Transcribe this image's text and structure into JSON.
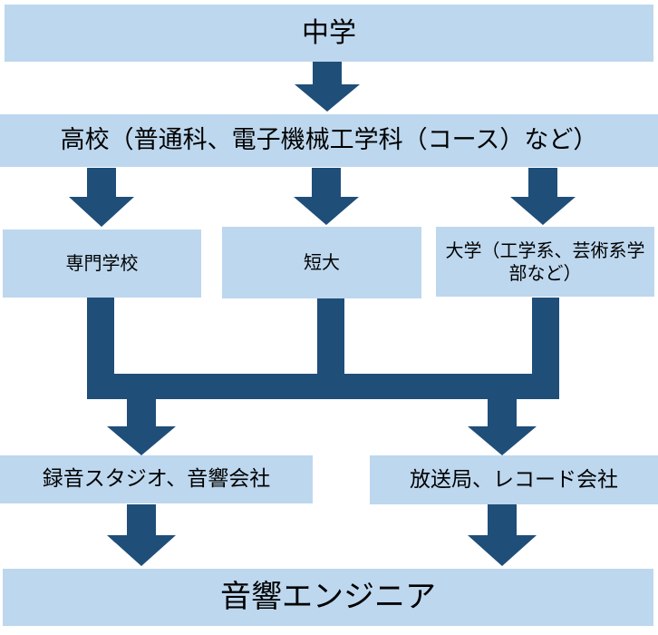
{
  "flowchart": {
    "top": "中学",
    "high_school": "高校（普通科、電子機械工学科（コース）など）",
    "senmon": "専門学校",
    "tandai": "短大",
    "daigaku": "大学（工学系、芸術系学部など）",
    "recording": "録音スタジオ、音響会社",
    "broadcast": "放送局、レコード会社",
    "goal": "音響エンジニア"
  },
  "colors": {
    "box_fill": "#bdd7ee",
    "arrow_fill": "#1f4e79"
  }
}
